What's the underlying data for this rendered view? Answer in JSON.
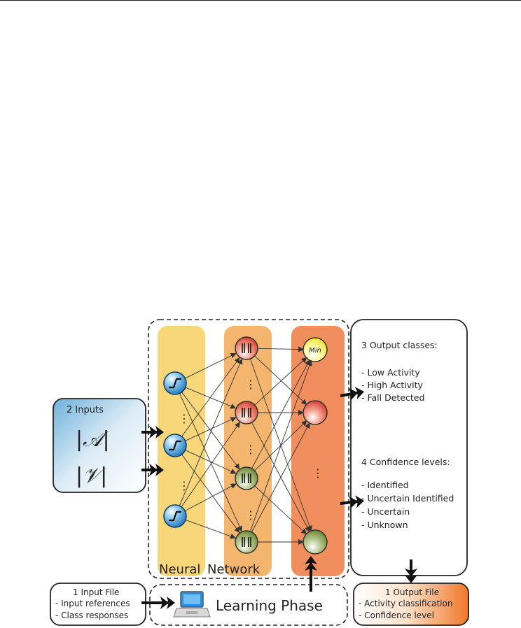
{
  "inputs_box": {
    "title": "2 Inputs",
    "items": [
      "|𝒜|",
      "|𝒱|"
    ]
  },
  "network": {
    "label_word1": "Neural",
    "label_word2": "Network",
    "output_top_node": "Min",
    "ellipsis": "⋮"
  },
  "outputs_box": {
    "classes_title": "3 Output classes:",
    "classes": [
      "- Low Activity",
      "- High Activity",
      "- Fall Detected"
    ],
    "confidence_title": "4 Confidence levels:",
    "confidence": [
      "- Identified",
      "- Uncertain Identified",
      "- Uncertain",
      "- Unknown"
    ]
  },
  "input_file_box": {
    "title": "1 Input File",
    "lines": [
      "- Input references",
      "- Class responses"
    ]
  },
  "learning_box": {
    "label": "Learning Phase"
  },
  "output_file_box": {
    "title": "1 Output File",
    "lines": [
      "- Activity classification",
      "- Confidence level"
    ]
  },
  "colors": {
    "layer1": "#f8d77a",
    "layer2": "#f4b66e",
    "layer3": "#f08e5e",
    "input_node": "#3a9ad8",
    "hidden_node": "#6f8a2a",
    "out_min": "#e8e020",
    "out_red": "#d63020",
    "out_green": "#6f8a2a",
    "inputs_box": "#8cc0e0",
    "output_file_box": "#f07830"
  }
}
